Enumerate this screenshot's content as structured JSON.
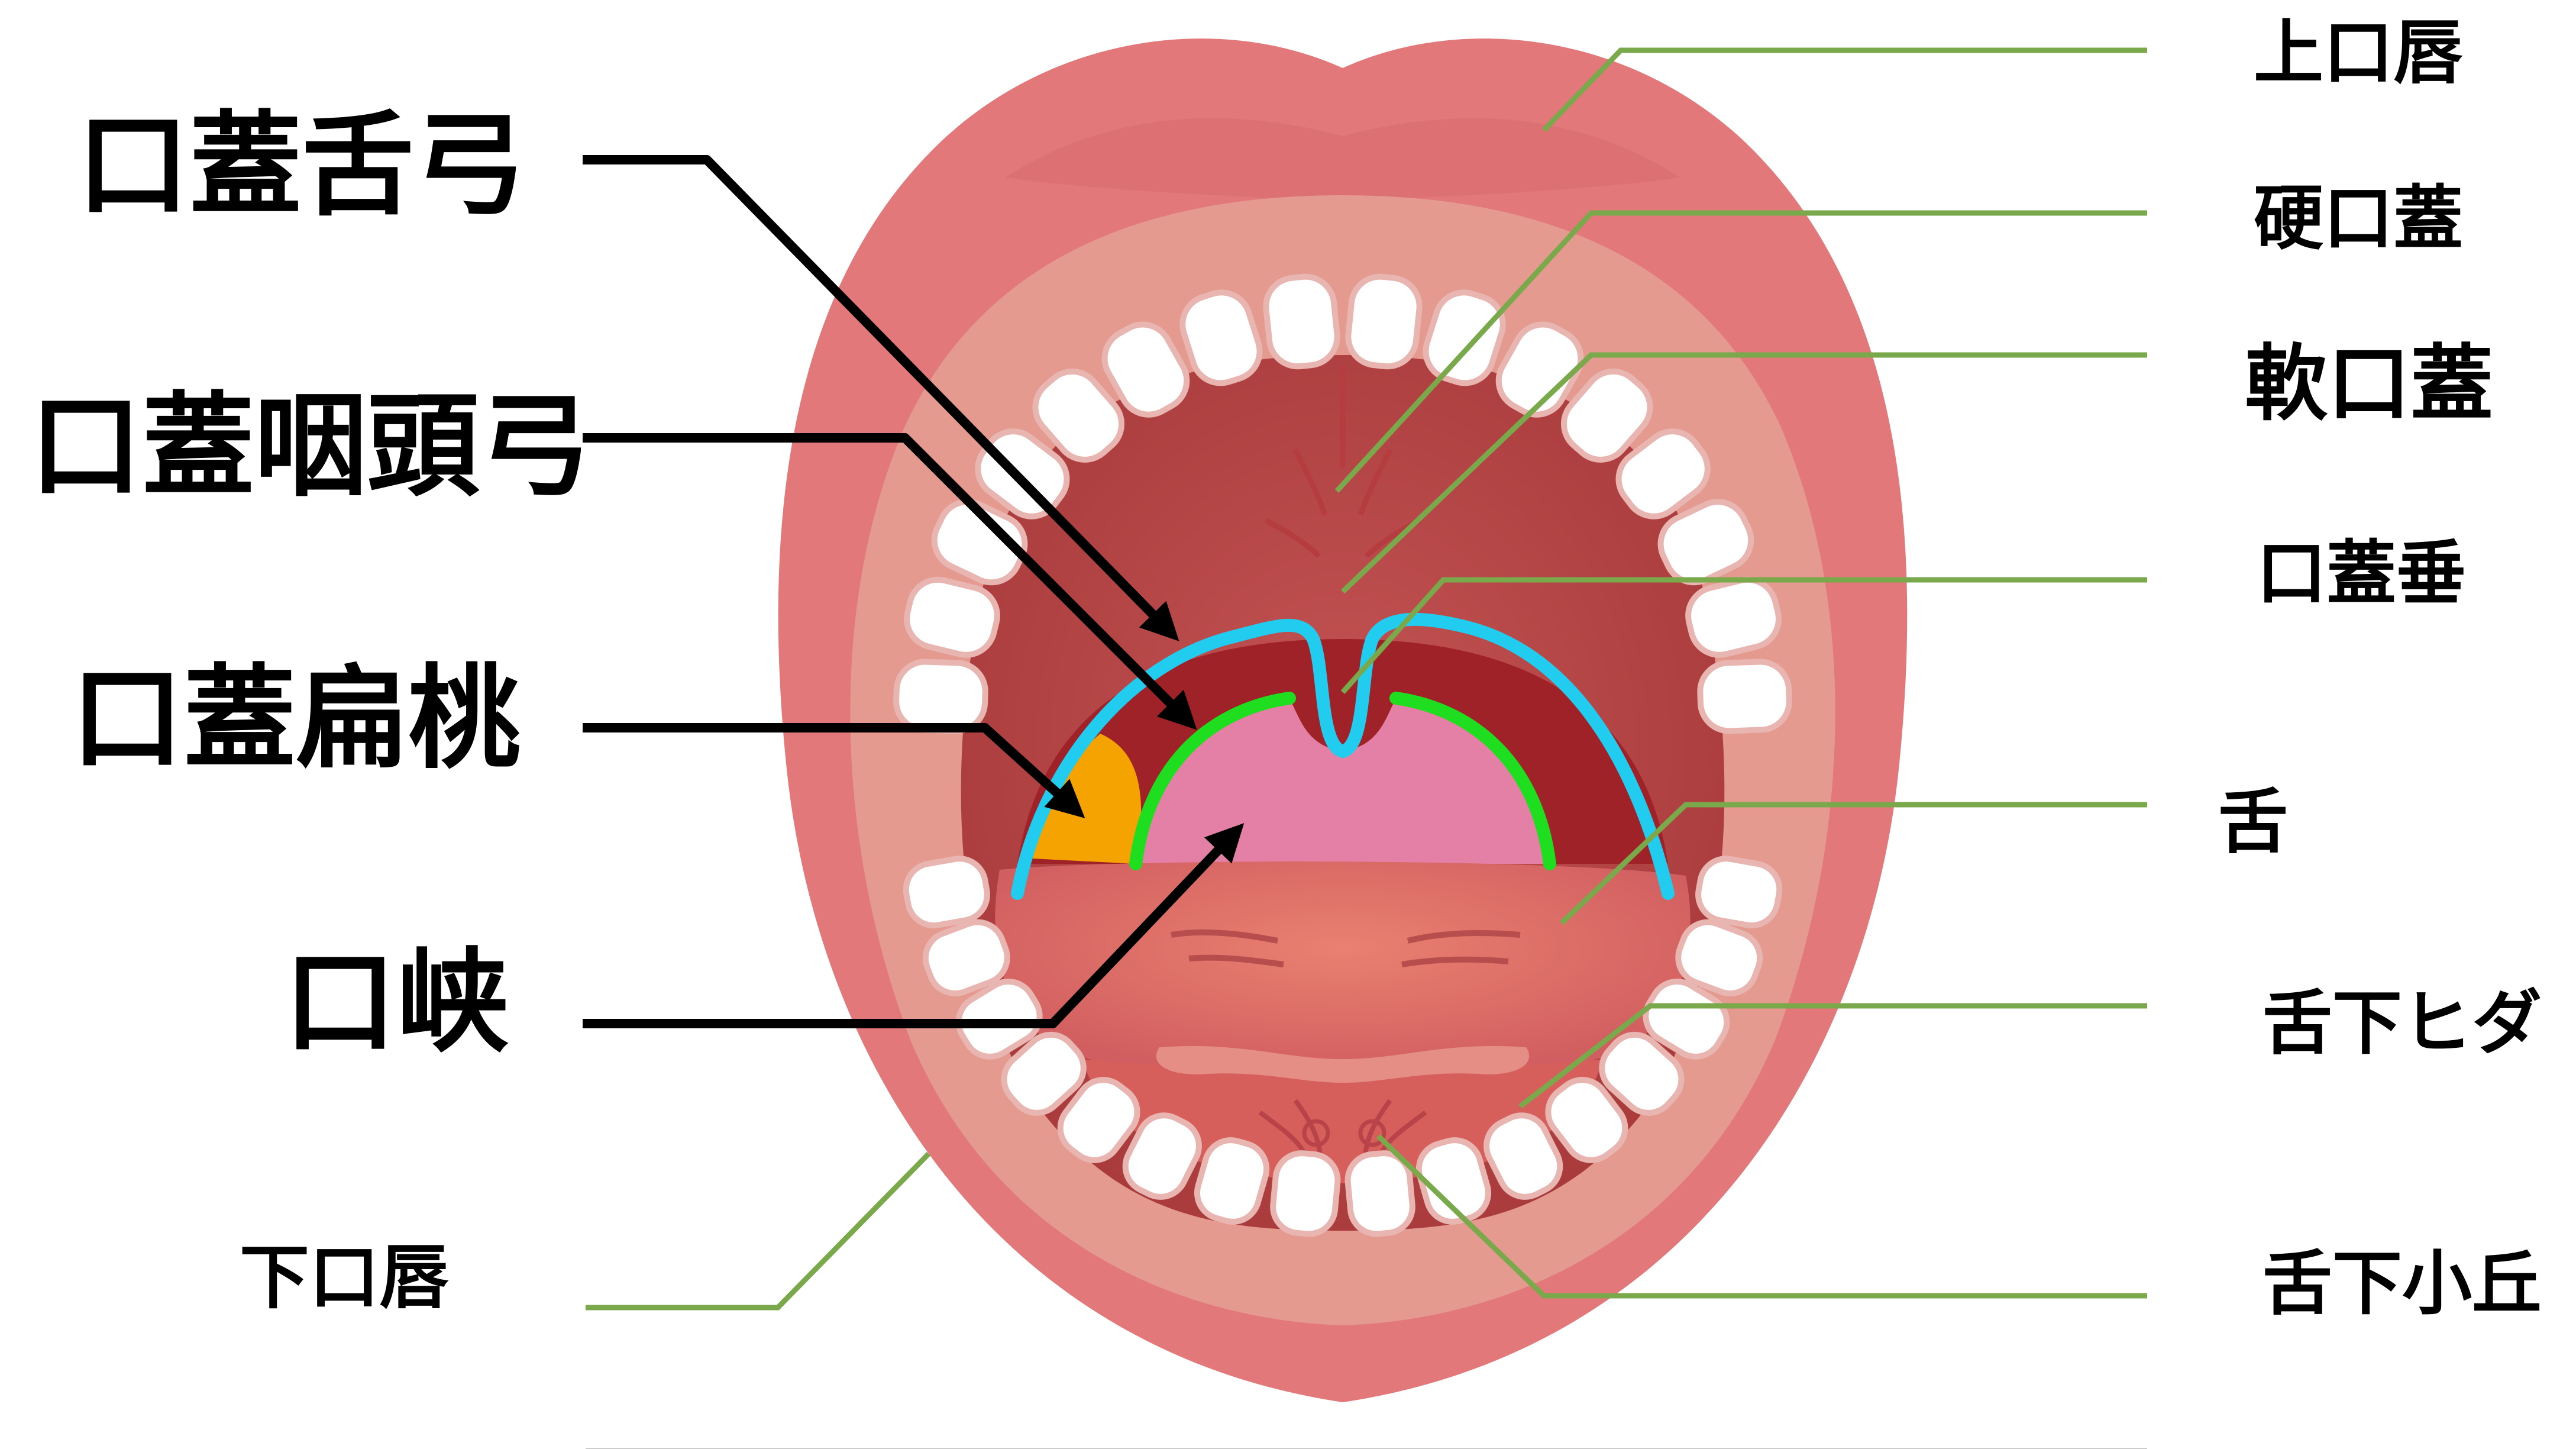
{
  "labels_left": {
    "palatoglossal_arch": "口蓋舌弓",
    "palatopharyngeal_arch": "口蓋咽頭弓",
    "palatine_tonsil": "口蓋扁桃",
    "fauces": "口峡",
    "lower_lip": "下口唇"
  },
  "labels_right": {
    "upper_lip": "上口唇",
    "hard_palate": "硬口蓋",
    "soft_palate": "軟口蓋",
    "uvula": "口蓋垂",
    "tongue": "舌",
    "sublingual_fold": "舌下ヒダ",
    "sublingual_caruncle": "舌下小丘"
  },
  "colors": {
    "lip": "#e2787a",
    "lip_inner": "#e49a8f",
    "oral_cavity": "#c8514f",
    "throat": "#9e2228",
    "tongue": "#de6c6a",
    "teeth": "#ffffff",
    "tonsil": "#f5a300",
    "fauces": "#e47fa5",
    "palatoglossal_line": "#22ccee",
    "palatopharyngeal_line": "#1fdd1f",
    "leader_green": "#7aa94c",
    "arrow": "#000000"
  }
}
